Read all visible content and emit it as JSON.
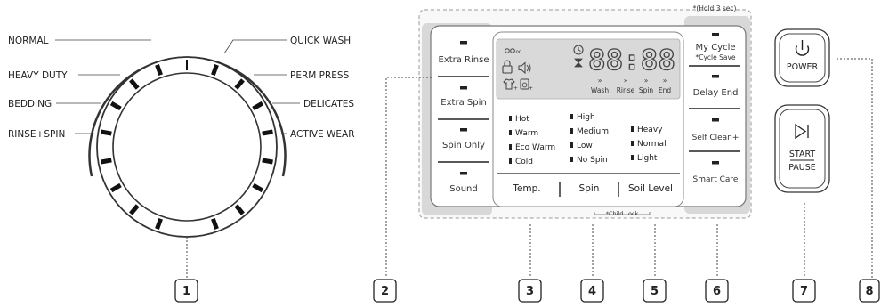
{
  "dial": {
    "labels_left": [
      "NORMAL",
      "HEAVY DUTY",
      "BEDDING",
      "RINSE+SPIN"
    ],
    "labels_right": [
      "QUICK WASH",
      "PERM PRESS",
      "DELICATES",
      "ACTIVE WEAR"
    ]
  },
  "left_buttons": [
    "Extra Rinse",
    "Extra Spin",
    "Spin Only",
    "Sound"
  ],
  "right_buttons": {
    "hold_note": "*(Hold 3 sec)",
    "my_cycle": "My Cycle",
    "cycle_save": "*Cycle Save",
    "delay_end": "Delay End",
    "self_clean": "Self Clean+",
    "smart_care": "Smart Care"
  },
  "display": {
    "digits": "88:88",
    "stages": [
      "Wash",
      "Rinse",
      "Spin",
      "End"
    ]
  },
  "options": {
    "temp": [
      "Hot",
      "Warm",
      "Eco Warm",
      "Cold"
    ],
    "spin": [
      "High",
      "Medium",
      "Low",
      "No Spin"
    ],
    "soil": [
      "Heavy",
      "Normal",
      "Light"
    ]
  },
  "selectors": [
    "Temp.",
    "Spin",
    "Soil Level"
  ],
  "child_lock": "*Child Lock",
  "power_label": "POWER",
  "start_label": "START",
  "pause_label": "PAUSE",
  "callouts": [
    "1",
    "2",
    "3",
    "4",
    "5",
    "6",
    "7",
    "8"
  ]
}
